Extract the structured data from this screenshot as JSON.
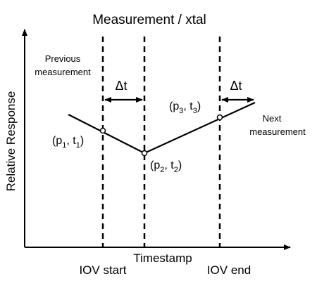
{
  "diagram": {
    "title": "Measurement / xtal",
    "y_axis_label": "Relative Response",
    "x_axis_label": "Timestamp",
    "previous_measurement": [
      "Previous",
      "measurement"
    ],
    "next_measurement": [
      "Next",
      "measurement"
    ],
    "delta_t_label": "Δt",
    "iov_start_label": "IOV start",
    "iov_end_label": "IOV end",
    "points": [
      {
        "id": "p1",
        "p": "p",
        "p_sub": "1",
        "t": "t",
        "t_sub": "1"
      },
      {
        "id": "p2",
        "p": "p",
        "p_sub": "2",
        "t": "t",
        "t_sub": "2"
      },
      {
        "id": "p3",
        "p": "p",
        "p_sub": "3",
        "t": "t",
        "t_sub": "3"
      }
    ],
    "colors": {
      "ink": "#000000",
      "background": "#ffffff"
    }
  }
}
